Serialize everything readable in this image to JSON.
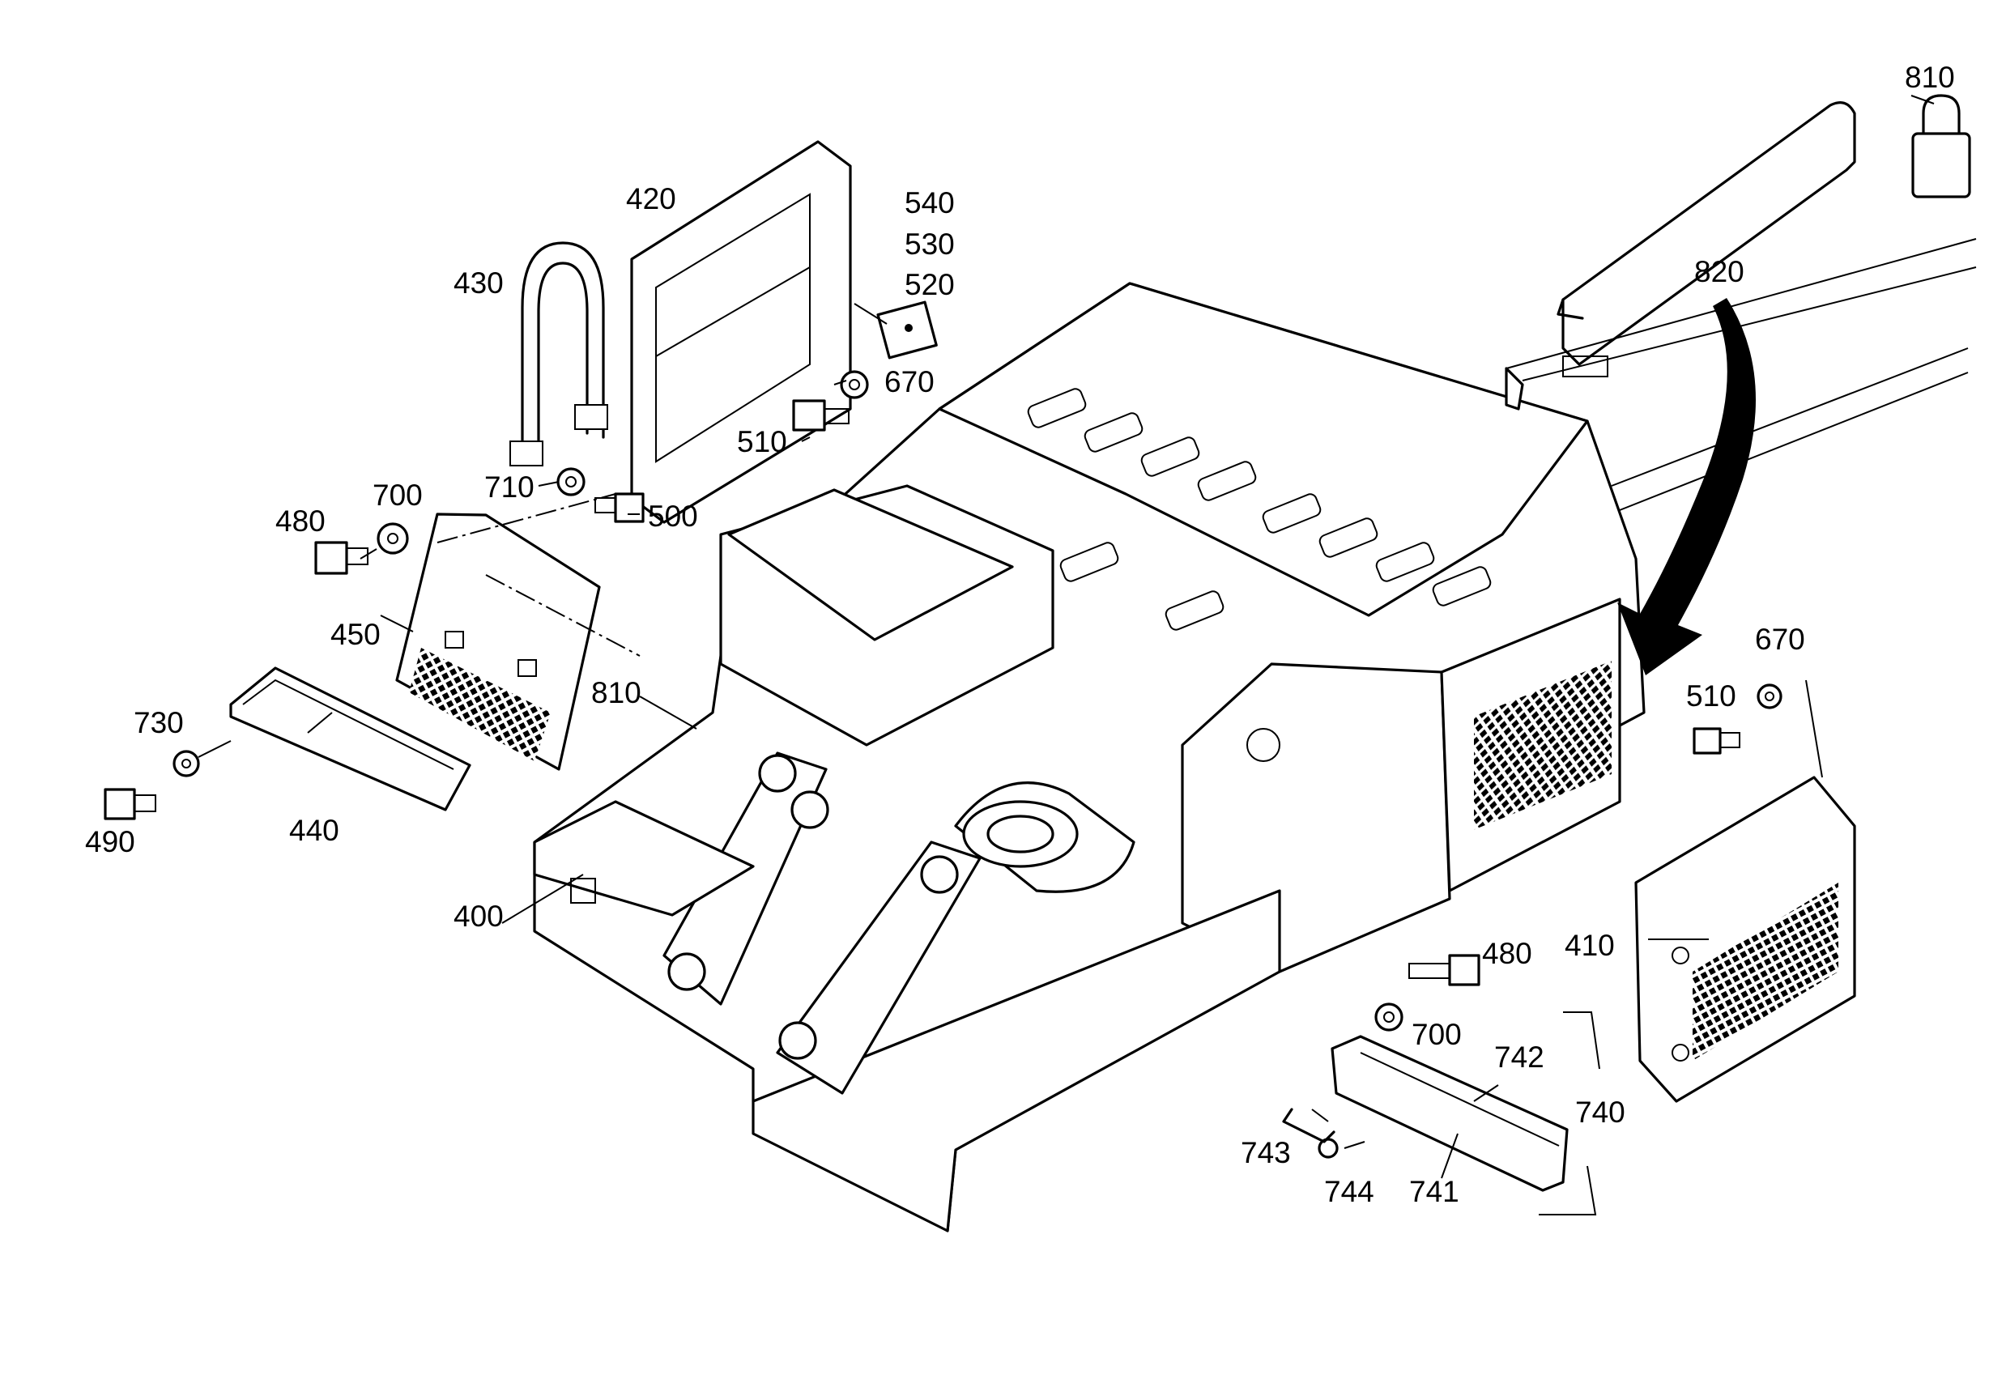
{
  "callouts": {
    "c810_top": "810",
    "c820": "820",
    "c420": "420",
    "c430": "430",
    "c540": "540",
    "c530": "530",
    "c520": "520",
    "c670_top": "670",
    "c510_top": "510",
    "c710": "710",
    "c500": "500",
    "c480_left": "480",
    "c700_left": "700",
    "c450": "450",
    "c810_mid": "810",
    "c730": "730",
    "c490": "490",
    "c440": "440",
    "c400": "400",
    "c670_right": "670",
    "c510_right": "510",
    "c410": "410",
    "c480_right": "480",
    "c700_right": "700",
    "c742": "742",
    "c740": "740",
    "c743": "743",
    "c744": "744",
    "c741": "741"
  },
  "colors": {
    "line": "#000000",
    "background": "#ffffff"
  }
}
